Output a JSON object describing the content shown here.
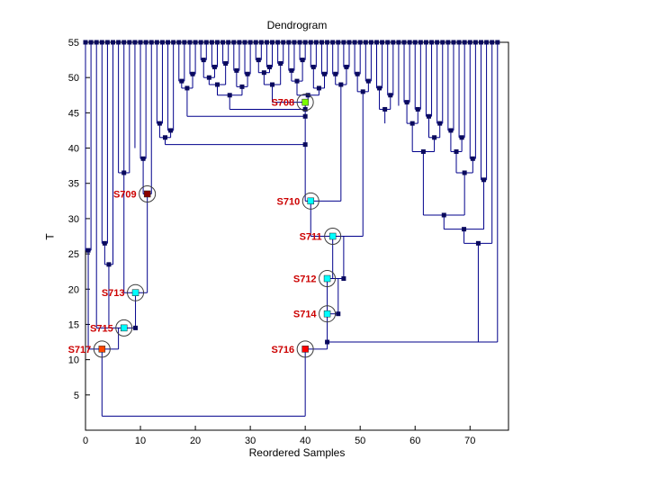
{
  "figure": {
    "background": "#FFFFFF"
  },
  "chart_data": {
    "type": "line",
    "subtype": "dendrogram",
    "title": "Dendrogram",
    "xlabel": "Reordered Samples",
    "ylabel": "T",
    "xlim": [
      0,
      77
    ],
    "ylim": [
      0,
      55
    ],
    "xticks": [
      0,
      10,
      20,
      30,
      40,
      50,
      60,
      70
    ],
    "yticks": [
      5,
      10,
      15,
      20,
      25,
      30,
      35,
      40,
      45,
      50,
      55
    ],
    "line_color": "#00008B",
    "marker_color": "#0A0A5E",
    "label_color": "#CC0000",
    "circle_color": "#3C3C3C",
    "leaf_y": 55,
    "leaf_depths": [
      25.5,
      25.5,
      14.5,
      26.5,
      26.5,
      23.5,
      36.5,
      36.5,
      36.5,
      40,
      38.5,
      38.5,
      33.5,
      43.5,
      43.5,
      42.5,
      42.5,
      49.5,
      49.5,
      50.5,
      50.5,
      52.5,
      52.5,
      51.5,
      51.5,
      52,
      52,
      51,
      51,
      50.5,
      50.5,
      52.5,
      52.5,
      51.5,
      51.5,
      52,
      52,
      51,
      51,
      52.5,
      52.5,
      51.5,
      51.5,
      50.5,
      50.5,
      50.5,
      50.5,
      51.5,
      51.5,
      50.5,
      50.5,
      49.5,
      49.5,
      48.5,
      48.5,
      47.5,
      47.5,
      46,
      46.5,
      46.5,
      45.5,
      45.5,
      44.5,
      44.5,
      43.5,
      43.5,
      42.5,
      42.5,
      41.5,
      41.5,
      38.5,
      38.5,
      35.5,
      35.5,
      26.5,
      12.5
    ],
    "segments": [
      [
        3,
        26.5,
        4,
        26.5
      ],
      [
        3.5,
        26.5,
        3.5,
        23.5
      ],
      [
        3.5,
        23.5,
        5,
        23.5
      ],
      [
        4.25,
        23.5,
        4.25,
        14.5
      ],
      [
        0,
        25.5,
        1,
        25.5
      ],
      [
        0.5,
        25.5,
        0.5,
        11.5
      ],
      [
        2,
        14.5,
        9.1,
        14.5
      ],
      [
        6,
        14.5,
        6,
        11.5
      ],
      [
        0.5,
        11.5,
        6,
        11.5
      ],
      [
        3,
        11.5,
        3,
        2
      ],
      [
        10,
        38.5,
        11,
        38.5
      ],
      [
        10.5,
        38.5,
        10.5,
        33.5
      ],
      [
        10.5,
        33.5,
        12,
        33.5
      ],
      [
        11.25,
        33.5,
        11.25,
        19.5
      ],
      [
        6,
        36.5,
        8,
        36.5
      ],
      [
        7,
        36.5,
        7,
        19.5
      ],
      [
        7,
        19.5,
        11.25,
        19.5
      ],
      [
        9.1,
        19.5,
        9.1,
        14.5
      ],
      [
        13,
        43.5,
        14,
        43.5
      ],
      [
        13.5,
        43.5,
        13.5,
        41.5
      ],
      [
        15,
        42.5,
        16,
        42.5
      ],
      [
        15.5,
        42.5,
        15.5,
        41.5
      ],
      [
        13.5,
        41.5,
        15.5,
        41.5
      ],
      [
        14.5,
        41.5,
        14.5,
        40.5
      ],
      [
        14.5,
        40.5,
        40,
        40.5
      ],
      [
        17,
        49.5,
        18,
        49.5
      ],
      [
        17.5,
        49.5,
        17.5,
        48.5
      ],
      [
        19,
        50.5,
        20,
        50.5
      ],
      [
        19.5,
        50.5,
        19.5,
        48.5
      ],
      [
        17.5,
        48.5,
        19.5,
        48.5
      ],
      [
        18.5,
        48.5,
        18.5,
        44.5
      ],
      [
        18.5,
        44.5,
        40,
        44.5
      ],
      [
        21,
        52.5,
        22,
        52.5
      ],
      [
        21.5,
        52.5,
        21.5,
        50
      ],
      [
        23,
        51.5,
        24,
        51.5
      ],
      [
        23.5,
        51.5,
        23.5,
        50
      ],
      [
        21.5,
        50,
        23.5,
        50
      ],
      [
        22.5,
        50,
        22.5,
        49
      ],
      [
        25,
        52,
        26,
        52
      ],
      [
        25.5,
        52,
        25.5,
        49
      ],
      [
        22.5,
        49,
        25.5,
        49
      ],
      [
        24,
        49,
        24,
        47.5
      ],
      [
        27,
        51,
        28,
        51
      ],
      [
        27.5,
        51,
        27.5,
        48.7
      ],
      [
        29,
        50.5,
        30,
        50.5
      ],
      [
        29.5,
        50.5,
        29.5,
        48.7
      ],
      [
        27.5,
        48.7,
        29.5,
        48.7
      ],
      [
        28.5,
        48.7,
        28.5,
        47.5
      ],
      [
        24,
        47.5,
        28.5,
        47.5
      ],
      [
        26.25,
        47.5,
        26.25,
        45.5
      ],
      [
        26.25,
        45.5,
        40,
        45.5
      ],
      [
        31,
        52.5,
        32,
        52.5
      ],
      [
        31.5,
        52.5,
        31.5,
        50.7
      ],
      [
        33,
        51.5,
        34,
        51.5
      ],
      [
        33.5,
        51.5,
        33.5,
        50.7
      ],
      [
        31.5,
        50.7,
        33.5,
        50.7
      ],
      [
        32.5,
        50.7,
        32.5,
        49
      ],
      [
        35,
        52,
        36,
        52
      ],
      [
        35.5,
        52,
        35.5,
        49
      ],
      [
        32.5,
        49,
        35.5,
        49
      ],
      [
        34,
        49,
        34,
        46.5
      ],
      [
        37,
        51,
        38,
        51
      ],
      [
        37.5,
        51,
        37.5,
        49.5
      ],
      [
        39,
        52.5,
        40,
        52.5
      ],
      [
        39.5,
        52.5,
        39.5,
        49.5
      ],
      [
        37.5,
        49.5,
        39.5,
        49.5
      ],
      [
        38.5,
        49.5,
        38.5,
        47.5
      ],
      [
        41,
        51.5,
        42,
        51.5
      ],
      [
        41.5,
        51.5,
        41.5,
        48.5
      ],
      [
        43,
        50.5,
        44,
        50.5
      ],
      [
        43.5,
        50.5,
        43.5,
        48.5
      ],
      [
        41.5,
        48.5,
        43.5,
        48.5
      ],
      [
        42.5,
        48.5,
        42.5,
        47.5
      ],
      [
        38.5,
        47.5,
        42.5,
        47.5
      ],
      [
        40.5,
        47.5,
        40.5,
        46.5
      ],
      [
        34,
        46.5,
        40.5,
        46.5
      ],
      [
        40,
        46.5,
        40,
        32.5
      ],
      [
        40,
        32.5,
        46.5,
        32.5
      ],
      [
        41,
        32.5,
        41,
        27.5
      ],
      [
        45,
        50.5,
        46,
        50.5
      ],
      [
        45.5,
        50.5,
        45.5,
        49
      ],
      [
        47,
        51.5,
        48,
        51.5
      ],
      [
        47.5,
        51.5,
        47.5,
        49
      ],
      [
        45.5,
        49,
        47.5,
        49
      ],
      [
        46.5,
        49,
        46.5,
        32.5
      ],
      [
        49,
        50.5,
        50,
        50.5
      ],
      [
        49.5,
        50.5,
        49.5,
        48
      ],
      [
        51,
        49.5,
        52,
        49.5
      ],
      [
        51.5,
        49.5,
        51.5,
        48
      ],
      [
        49.5,
        48,
        51.5,
        48
      ],
      [
        50.5,
        48,
        50.5,
        27.5
      ],
      [
        41,
        27.5,
        50.5,
        27.5
      ],
      [
        45,
        27.5,
        45,
        21.5
      ],
      [
        53,
        48.5,
        54,
        48.5
      ],
      [
        53.5,
        48.5,
        53.5,
        45.5
      ],
      [
        55,
        47.5,
        56,
        47.5
      ],
      [
        55.5,
        47.5,
        55.5,
        45.5
      ],
      [
        53.5,
        45.5,
        55.5,
        45.5
      ],
      [
        54.5,
        45.5,
        54.5,
        43.5
      ],
      [
        44,
        21.5,
        47,
        21.5
      ],
      [
        47,
        27.5,
        47,
        21.5
      ],
      [
        44,
        21.5,
        44,
        11.5
      ],
      [
        44,
        16.5,
        46,
        16.5
      ],
      [
        46,
        21.5,
        46,
        16.5
      ],
      [
        44,
        12.5,
        75,
        12.5
      ],
      [
        71.5,
        26.5,
        71.5,
        12.5
      ],
      [
        40,
        11.5,
        44,
        11.5
      ],
      [
        40,
        11.5,
        40,
        2
      ],
      [
        3,
        2,
        40,
        2
      ],
      [
        58,
        46.5,
        59,
        46.5
      ],
      [
        58.5,
        46.5,
        58.5,
        43.5
      ],
      [
        60,
        45.5,
        61,
        45.5
      ],
      [
        60.5,
        45.5,
        60.5,
        43.5
      ],
      [
        58.5,
        43.5,
        60.5,
        43.5
      ],
      [
        59.5,
        43.5,
        59.5,
        39.5
      ],
      [
        62,
        44.5,
        63,
        44.5
      ],
      [
        62.5,
        44.5,
        62.5,
        41.5
      ],
      [
        64,
        43.5,
        65,
        43.5
      ],
      [
        64.5,
        43.5,
        64.5,
        41.5
      ],
      [
        62.5,
        41.5,
        64.5,
        41.5
      ],
      [
        63.5,
        41.5,
        63.5,
        39.5
      ],
      [
        59.5,
        39.5,
        63.5,
        39.5
      ],
      [
        61.5,
        39.5,
        61.5,
        30.5
      ],
      [
        66,
        42.5,
        67,
        42.5
      ],
      [
        66.5,
        42.5,
        66.5,
        39.5
      ],
      [
        68,
        41.5,
        69,
        41.5
      ],
      [
        68.5,
        41.5,
        68.5,
        39.5
      ],
      [
        66.5,
        39.5,
        68.5,
        39.5
      ],
      [
        67.5,
        39.5,
        67.5,
        36.5
      ],
      [
        70,
        38.5,
        71,
        38.5
      ],
      [
        70.5,
        38.5,
        70.5,
        36.5
      ],
      [
        67.5,
        36.5,
        70.5,
        36.5
      ],
      [
        69,
        36.5,
        69,
        30.5
      ],
      [
        61.5,
        30.5,
        69,
        30.5
      ],
      [
        65.25,
        30.5,
        65.25,
        28.5
      ],
      [
        72,
        35.5,
        73,
        35.5
      ],
      [
        72.5,
        35.5,
        72.5,
        28.5
      ],
      [
        65.25,
        28.5,
        72.5,
        28.5
      ],
      [
        68.9,
        28.5,
        68.9,
        26.5
      ],
      [
        68.9,
        26.5,
        74,
        26.5
      ]
    ],
    "merge_markers": [
      [
        3.5,
        26.5
      ],
      [
        4.25,
        23.5
      ],
      [
        0.5,
        25.5
      ],
      [
        10.5,
        38.5
      ],
      [
        7,
        36.5
      ],
      [
        9.1,
        14.5
      ],
      [
        13.5,
        43.5
      ],
      [
        15.5,
        42.5
      ],
      [
        14.5,
        41.5
      ],
      [
        17.5,
        49.5
      ],
      [
        19.5,
        50.5
      ],
      [
        18.5,
        48.5
      ],
      [
        21.5,
        52.5
      ],
      [
        23.5,
        51.5
      ],
      [
        22.5,
        50
      ],
      [
        25.5,
        52
      ],
      [
        24,
        49
      ],
      [
        27.5,
        51
      ],
      [
        29.5,
        50.5
      ],
      [
        28.5,
        48.7
      ],
      [
        26.25,
        47.5
      ],
      [
        31.5,
        52.5
      ],
      [
        33.5,
        51.5
      ],
      [
        32.5,
        50.7
      ],
      [
        35.5,
        52
      ],
      [
        34,
        49
      ],
      [
        37.5,
        51
      ],
      [
        39.5,
        52.5
      ],
      [
        38.5,
        49.5
      ],
      [
        41.5,
        51.5
      ],
      [
        43.5,
        50.5
      ],
      [
        42.5,
        48.5
      ],
      [
        40.5,
        47.5
      ],
      [
        45.5,
        50.5
      ],
      [
        47.5,
        51.5
      ],
      [
        46.5,
        49
      ],
      [
        49.5,
        50.5
      ],
      [
        51.5,
        49.5
      ],
      [
        50.5,
        48
      ],
      [
        53.5,
        48.5
      ],
      [
        55.5,
        47.5
      ],
      [
        54.5,
        45.5
      ],
      [
        58.5,
        46.5
      ],
      [
        60.5,
        45.5
      ],
      [
        59.5,
        43.5
      ],
      [
        62.5,
        44.5
      ],
      [
        64.5,
        43.5
      ],
      [
        63.5,
        41.5
      ],
      [
        61.5,
        39.5
      ],
      [
        66.5,
        42.5
      ],
      [
        68.5,
        41.5
      ],
      [
        67.5,
        39.5
      ],
      [
        70.5,
        38.5
      ],
      [
        69,
        36.5
      ],
      [
        65.25,
        30.5
      ],
      [
        72.5,
        35.5
      ],
      [
        68.9,
        28.5
      ],
      [
        71.5,
        26.5
      ],
      [
        40,
        45.5
      ],
      [
        40,
        44.5
      ],
      [
        40,
        40.5
      ],
      [
        44,
        12.5
      ],
      [
        47,
        21.5
      ],
      [
        46,
        16.5
      ]
    ],
    "labeled_nodes": [
      {
        "label": "S708",
        "x": 40,
        "y": 46.5,
        "color": "#7CFC00"
      },
      {
        "label": "S709",
        "x": 11.25,
        "y": 33.5,
        "color": "#8B0000"
      },
      {
        "label": "S710",
        "x": 41,
        "y": 32.5,
        "color": "#00FFFF"
      },
      {
        "label": "S711",
        "x": 45,
        "y": 27.5,
        "color": "#00FFFF"
      },
      {
        "label": "S712",
        "x": 44,
        "y": 21.5,
        "color": "#00FFFF"
      },
      {
        "label": "S713",
        "x": 9.1,
        "y": 19.5,
        "color": "#00FFFF"
      },
      {
        "label": "S714",
        "x": 44,
        "y": 16.5,
        "color": "#00FFFF"
      },
      {
        "label": "S715",
        "x": 7,
        "y": 14.5,
        "color": "#00FFFF"
      },
      {
        "label": "S716",
        "x": 40,
        "y": 11.5,
        "color": "#FF0000"
      },
      {
        "label": "S717",
        "x": 3,
        "y": 11.5,
        "color": "#FF4500"
      }
    ]
  }
}
